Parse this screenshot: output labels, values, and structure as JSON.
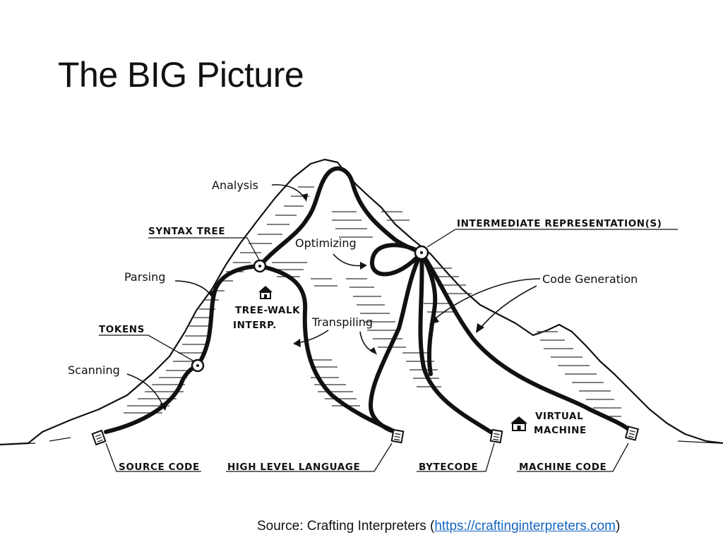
{
  "slide": {
    "title": "The BIG Picture",
    "caption": {
      "prefix": "Source: Crafting Interpreters (",
      "link_text": "https://craftinginterpreters.com",
      "suffix": ")"
    }
  },
  "diagram": {
    "labels": {
      "analysis": "Analysis",
      "syntax_tree": "SYNTAX TREE",
      "parsing": "Parsing",
      "tokens": "TOKENS",
      "scanning": "Scanning",
      "tree_walk_1": "TREE-WALK",
      "tree_walk_2": "INTERP.",
      "optimizing": "Optimizing",
      "transpiling": "Transpiling",
      "intermediate_representation": "INTERMEDIATE REPRESENTATION(S)",
      "code_generation": "Code Generation",
      "virtual_machine_1": "VIRTUAL",
      "virtual_machine_2": "MACHINE",
      "source_code": "SOURCE CODE",
      "high_level_language": "HIGH LEVEL LANGUAGE",
      "bytecode": "BYTECODE",
      "machine_code": "MACHINE CODE"
    },
    "icons": [
      "house-icon",
      "house-icon",
      "node-icon",
      "file-icon"
    ]
  }
}
